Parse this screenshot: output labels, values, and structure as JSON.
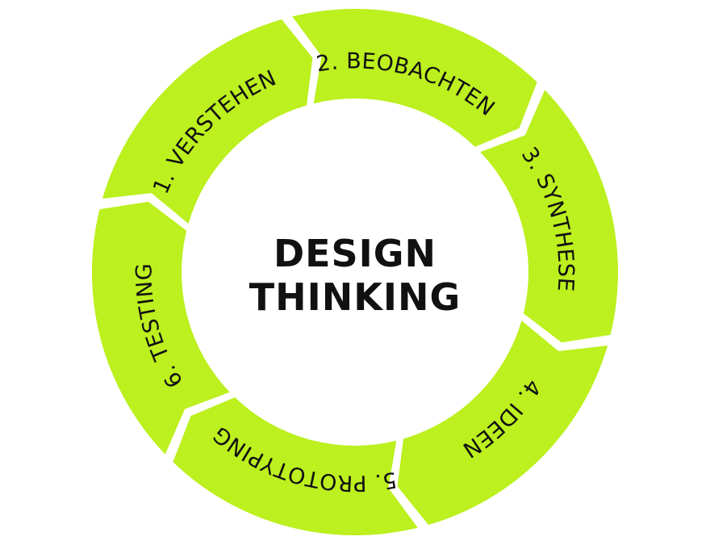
{
  "title_lines": [
    "DESIGN",
    "THINKING"
  ],
  "steps": [
    {
      "label": "1. VERSTEHEN"
    },
    {
      "label": "2. BEOBACHTEN"
    },
    {
      "label": "3. SYNTHESE"
    },
    {
      "label": "4. IDEEN"
    },
    {
      "label": "5. PROTOTYPING"
    },
    {
      "label": "6. TESTING"
    }
  ],
  "colors": {
    "segment": "#bcf01e",
    "background": "#ffffff",
    "text": "#111111"
  }
}
